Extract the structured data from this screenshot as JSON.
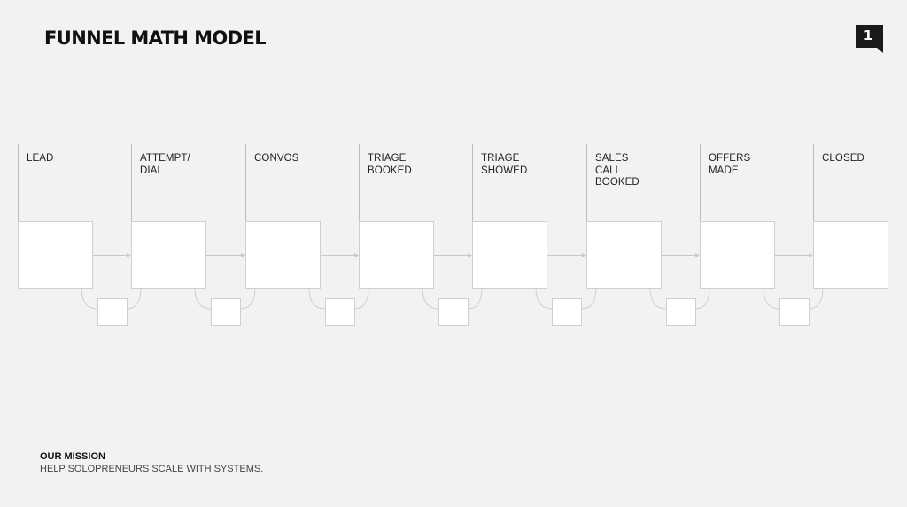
{
  "page": {
    "title": "FUNNEL MATH MODEL",
    "page_number": "1",
    "badge_color": "#1a1a1a",
    "background": "#f2f2f2"
  },
  "funnel": {
    "stages": [
      {
        "label": "LEAD"
      },
      {
        "label": "ATTEMPT/\nDIAL"
      },
      {
        "label": "CONVOS"
      },
      {
        "label": "TRIAGE\nBOOKED"
      },
      {
        "label": "TRIAGE\nSHOWED"
      },
      {
        "label": "SALES\nCALL\nBOOKED"
      },
      {
        "label": "OFFERS\nMADE"
      },
      {
        "label": "CLOSED"
      }
    ],
    "conversion_box_count_between_stages": 7
  },
  "mission": {
    "title": "OUR MISSION",
    "text": "HELP SOLOPRENEURS SCALE WITH SYSTEMS."
  }
}
